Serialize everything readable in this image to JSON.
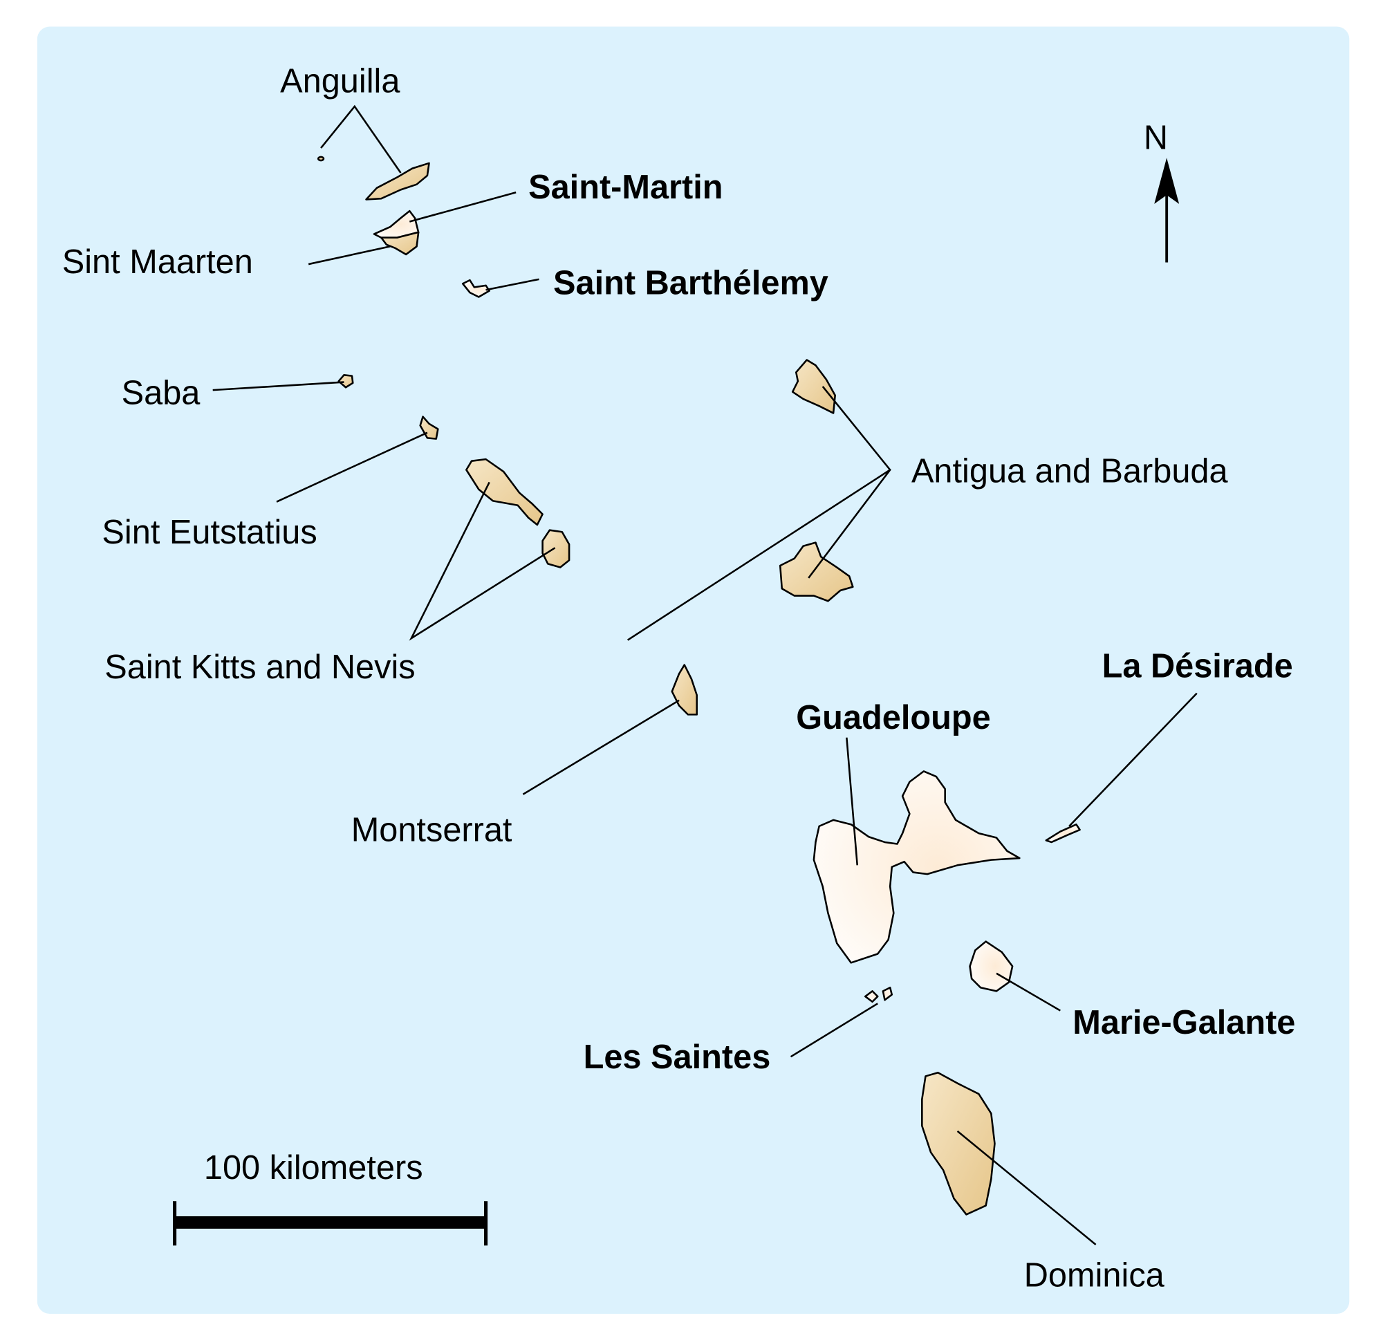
{
  "map": {
    "colors": {
      "sea": "#dcf2fd",
      "land": "#ecd39e",
      "french_land": "#fff7ee"
    },
    "labels": {
      "anguilla": "Anguilla",
      "saint_martin": "Saint-Martin",
      "sint_maarten": "Sint Maarten",
      "saint_barthelemy": "Saint Barthélemy",
      "saba": "Saba",
      "sint_eustatius": "Sint Eutstatius",
      "saint_kitts_nevis": "Saint Kitts and Nevis",
      "antigua_barbuda": "Antigua and Barbuda",
      "montserrat": "Montserrat",
      "guadeloupe": "Guadeloupe",
      "la_desirade": "La Désirade",
      "marie_galante": "Marie-Galante",
      "les_saintes": "Les Saintes",
      "dominica": "Dominica"
    },
    "compass": {
      "label": "N"
    },
    "scale_bar": {
      "label": "100 kilometers"
    }
  }
}
